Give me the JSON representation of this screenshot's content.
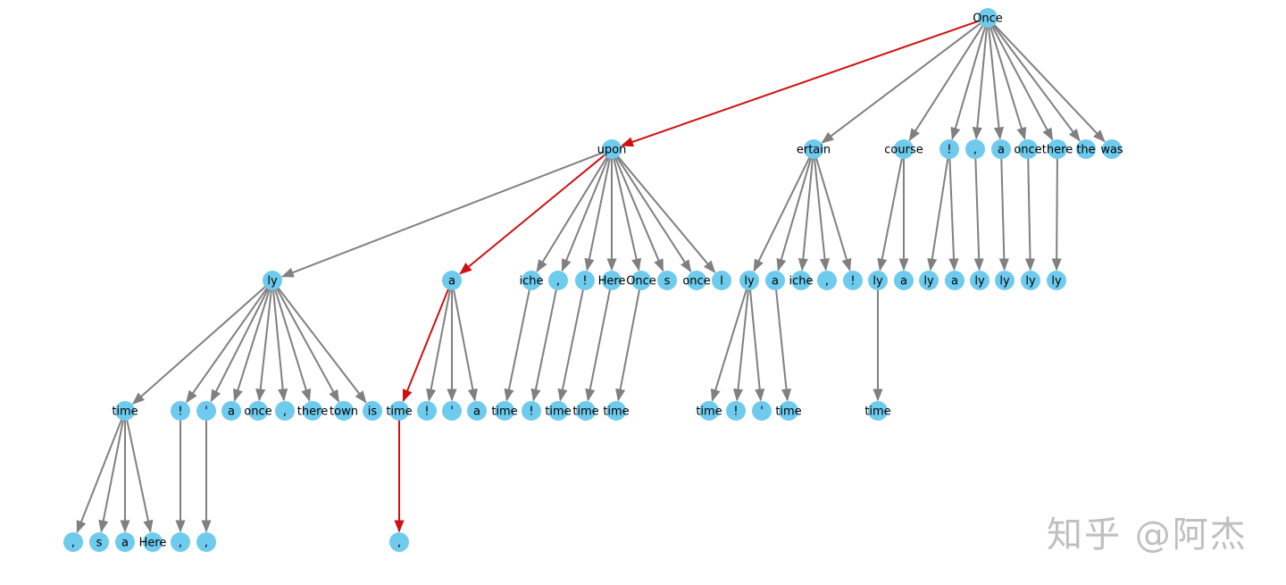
{
  "colors": {
    "node": "#6fcbee",
    "edge": "#808080",
    "highlight": "#d01010",
    "label": "#000000"
  },
  "tree": {
    "label": "Once",
    "children": [
      {
        "label": "upon",
        "highlight": true,
        "children": [
          {
            "label": "ly",
            "children": [
              {
                "label": "time",
                "children": [
                  {
                    "label": ","
                  },
                  {
                    "label": "s"
                  },
                  {
                    "label": "a"
                  },
                  {
                    "label": "Here"
                  }
                ]
              },
              {
                "label": "!",
                "children": [
                  {
                    "label": ","
                  }
                ]
              },
              {
                "label": "'",
                "children": [
                  {
                    "label": ","
                  }
                ]
              },
              {
                "label": "a"
              },
              {
                "label": "once"
              },
              {
                "label": ","
              },
              {
                "label": "there"
              },
              {
                "label": "town"
              },
              {
                "label": "is"
              }
            ]
          },
          {
            "label": "a",
            "highlight": true,
            "children": [
              {
                "label": "time",
                "highlight": true,
                "children": [
                  {
                    "label": ",",
                    "highlight": true
                  }
                ]
              },
              {
                "label": "!"
              },
              {
                "label": "'"
              },
              {
                "label": "a"
              }
            ]
          },
          {
            "label": "iche",
            "children": [
              {
                "label": "time"
              }
            ]
          },
          {
            "label": ",",
            "children": [
              {
                "label": "!"
              }
            ]
          },
          {
            "label": "!",
            "children": [
              {
                "label": "time"
              }
            ]
          },
          {
            "label": "Here",
            "children": [
              {
                "label": "time"
              }
            ]
          },
          {
            "label": "Once",
            "children": [
              {
                "label": "time"
              }
            ]
          },
          {
            "label": "s"
          },
          {
            "label": "once"
          },
          {
            "label": "l"
          }
        ]
      },
      {
        "label": "ertain",
        "children": [
          {
            "label": "ly",
            "children": [
              {
                "label": "time"
              },
              {
                "label": "!"
              },
              {
                "label": "'"
              }
            ]
          },
          {
            "label": "a",
            "children": [
              {
                "label": "time"
              }
            ]
          },
          {
            "label": "iche"
          },
          {
            "label": ","
          },
          {
            "label": "!"
          }
        ]
      },
      {
        "label": "course",
        "children": [
          {
            "label": "ly",
            "children": [
              {
                "label": "time"
              }
            ]
          },
          {
            "label": "a"
          }
        ]
      },
      {
        "label": "!",
        "children": [
          {
            "label": "ly"
          },
          {
            "label": "a"
          }
        ]
      },
      {
        "label": ",",
        "children": [
          {
            "label": "ly"
          }
        ]
      },
      {
        "label": "a",
        "children": [
          {
            "label": "ly"
          }
        ]
      },
      {
        "label": "once",
        "children": [
          {
            "label": "ly"
          }
        ]
      },
      {
        "label": "there",
        "children": [
          {
            "label": "ly"
          }
        ]
      },
      {
        "label": "the"
      },
      {
        "label": "was"
      }
    ]
  },
  "watermark": "知乎 @阿杰"
}
